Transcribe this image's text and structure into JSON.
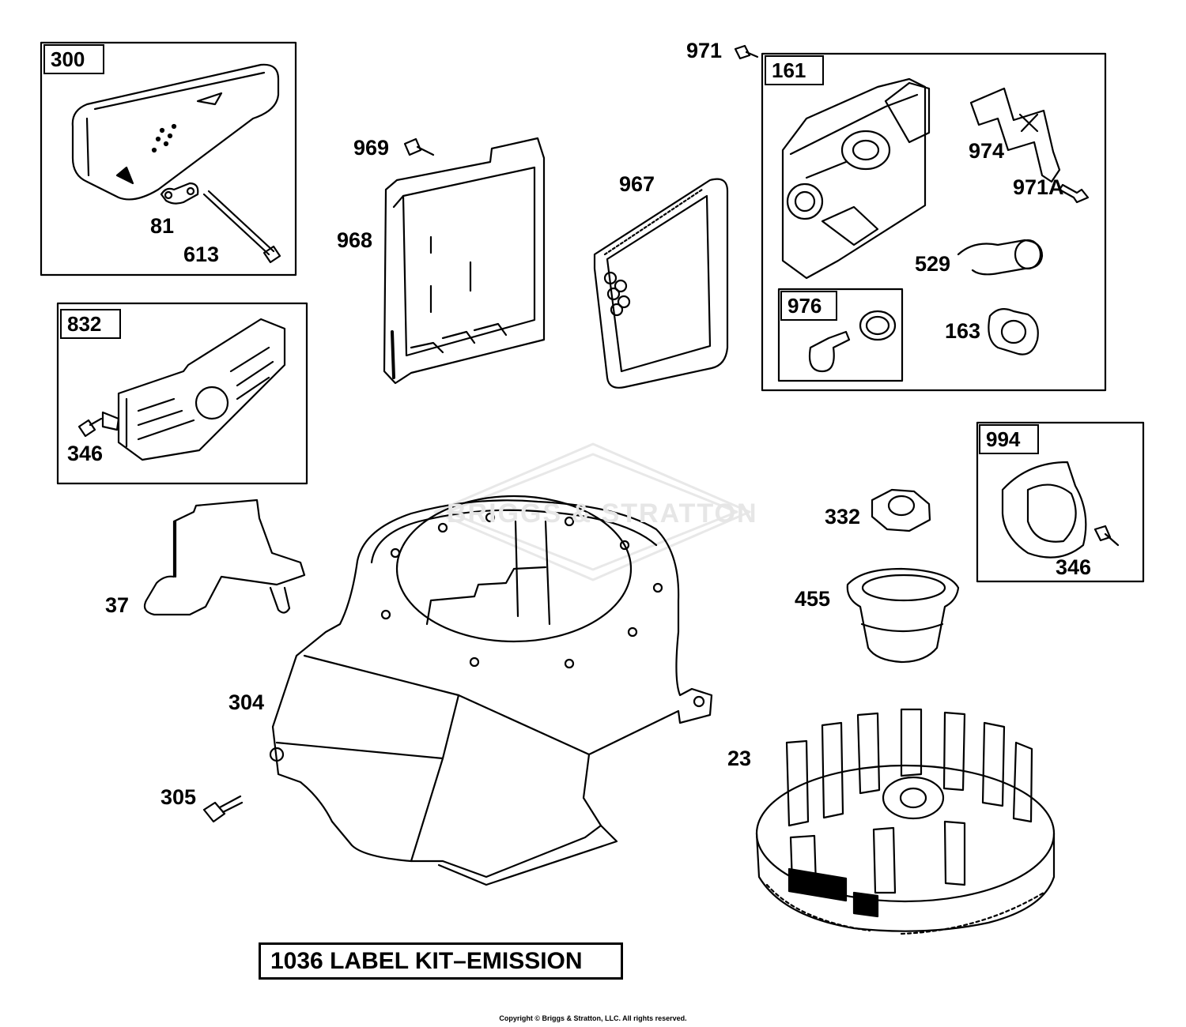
{
  "diagram": {
    "boxes": [
      {
        "id": "300",
        "label": "300"
      },
      {
        "id": "832",
        "label": "832"
      },
      {
        "id": "161",
        "label": "161"
      },
      {
        "id": "976",
        "label": "976"
      },
      {
        "id": "994",
        "label": "994"
      }
    ],
    "callouts": {
      "p81": "81",
      "p613": "613",
      "p346a": "346",
      "p969": "969",
      "p968": "968",
      "p967": "967",
      "p971": "971",
      "p974": "974",
      "p971a": "971A",
      "p529": "529",
      "p163": "163",
      "p332": "332",
      "p455": "455",
      "p346b": "346",
      "p37": "37",
      "p304": "304",
      "p305": "305",
      "p23": "23"
    },
    "kit_label": "1036 LABEL KIT–EMISSION",
    "watermark": "BRIGGS & STRATTON",
    "copyright": "Copyright © Briggs & Stratton, LLC. All rights reserved."
  }
}
